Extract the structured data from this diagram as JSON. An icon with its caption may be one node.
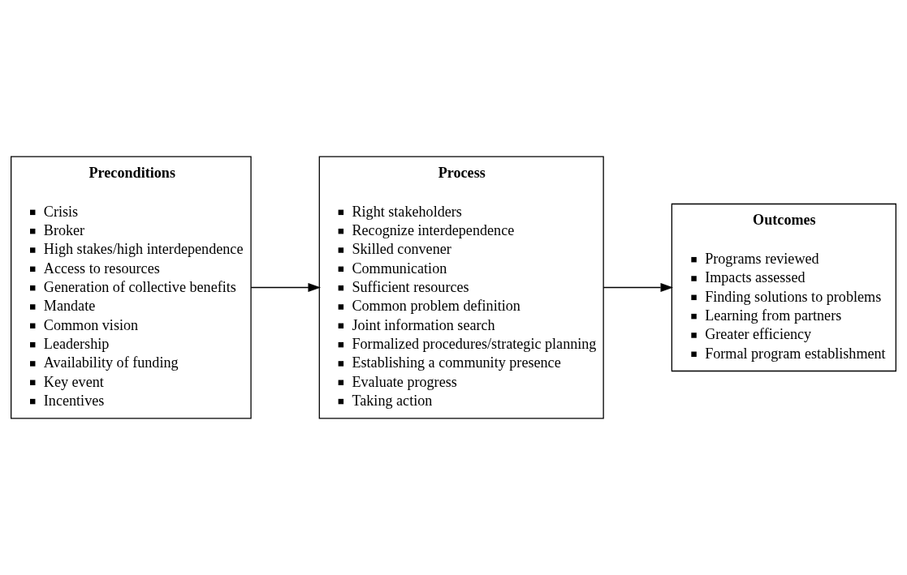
{
  "diagram": {
    "nodes": [
      {
        "text": [
          "Preconditions",
          "Crisis",
          "Broker",
          "High stakes/high interdependence",
          "Access to resources",
          "Generation of collective benefits",
          "Mandate",
          "Common vision",
          "Leadership",
          "Availability of funding",
          "Key event",
          "Incentives"
        ]
      },
      {
        "text": [
          "Process",
          "Right stakeholders",
          "Recognize interdependence",
          "Skilled convener",
          "Communication",
          "Sufficient resources",
          "Common problem definition",
          "Joint information search",
          "Formalized procedures/strategic planning",
          "Establishing a community presence",
          "Evaluate progress",
          "Taking action"
        ]
      },
      {
        "text": [
          "Outcomes",
          "Programs reviewed",
          "Impacts assessed",
          "Finding solutions to problems",
          "Learning from partners",
          "Greater efficiency",
          "Formal program establishment"
        ]
      }
    ],
    "edges": [
      {
        "from": 0,
        "to": 1,
        "arrow": "to"
      },
      {
        "from": 1,
        "to": 2,
        "arrow": "to"
      }
    ]
  }
}
